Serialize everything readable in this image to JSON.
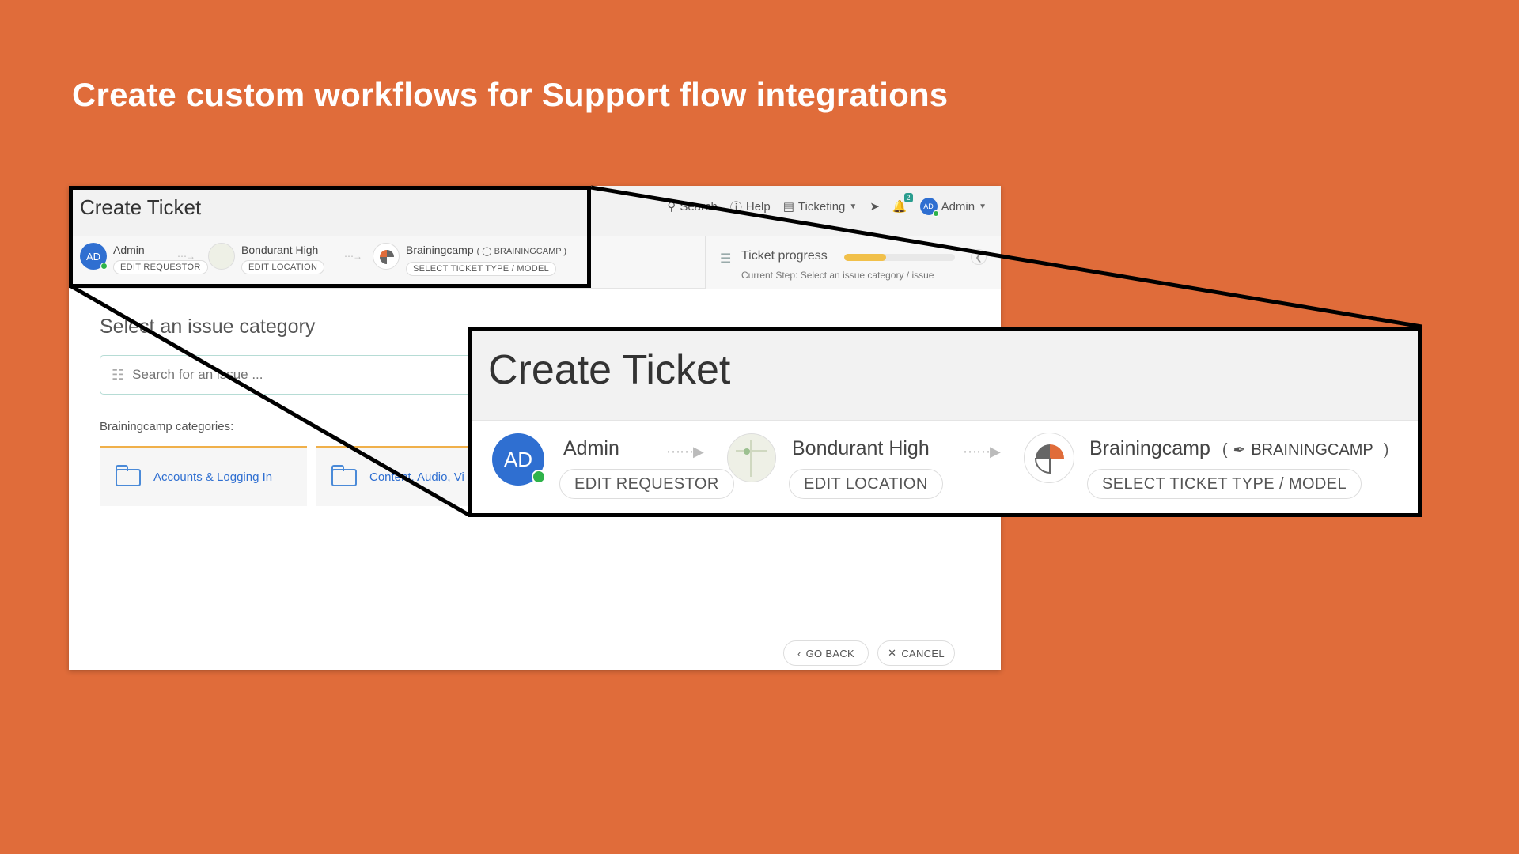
{
  "headline": "Create custom workflows for Support flow integrations",
  "window": {
    "title": "Create Ticket",
    "topnav": {
      "search": "Search",
      "help": "Help",
      "ticketing": "Ticketing",
      "notifications_count": "2",
      "user_initials": "AD",
      "user_name": "Admin"
    },
    "steps": [
      {
        "name": "Admin",
        "avatar_initials": "AD",
        "button": "EDIT REQUESTOR"
      },
      {
        "name": "Bondurant High",
        "button": "EDIT LOCATION"
      },
      {
        "name": "Brainingcamp",
        "tag": "BRAININGCAMP",
        "button": "SELECT TICKET TYPE / MODEL"
      }
    ],
    "progress": {
      "label": "Ticket progress",
      "fraction": 0.38,
      "current_step": "Current Step: Select an issue category / issue"
    },
    "content": {
      "title": "Select an issue category",
      "search_placeholder": "Search for an issue ...",
      "categories_label": "Brainingcamp categories:",
      "categories": [
        "Accounts & Logging In",
        "Content, Audio, Vi"
      ]
    },
    "footer": {
      "go_back": "GO BACK",
      "cancel": "CANCEL"
    }
  },
  "callout": {
    "title": "Create Ticket",
    "steps": [
      {
        "name": "Admin",
        "avatar_initials": "AD",
        "button": "EDIT REQUESTOR"
      },
      {
        "name": "Bondurant High",
        "button": "EDIT LOCATION"
      },
      {
        "name": "Brainingcamp",
        "tag_open": "(",
        "tag": "BRAININGCAMP",
        "tag_close": ")",
        "button": "SELECT TICKET TYPE / MODEL"
      }
    ]
  },
  "colors": {
    "background": "#E06C3A",
    "accent_blue": "#2f6fd1",
    "online_green": "#2fb34a",
    "progress_yellow": "#f1c04a"
  }
}
